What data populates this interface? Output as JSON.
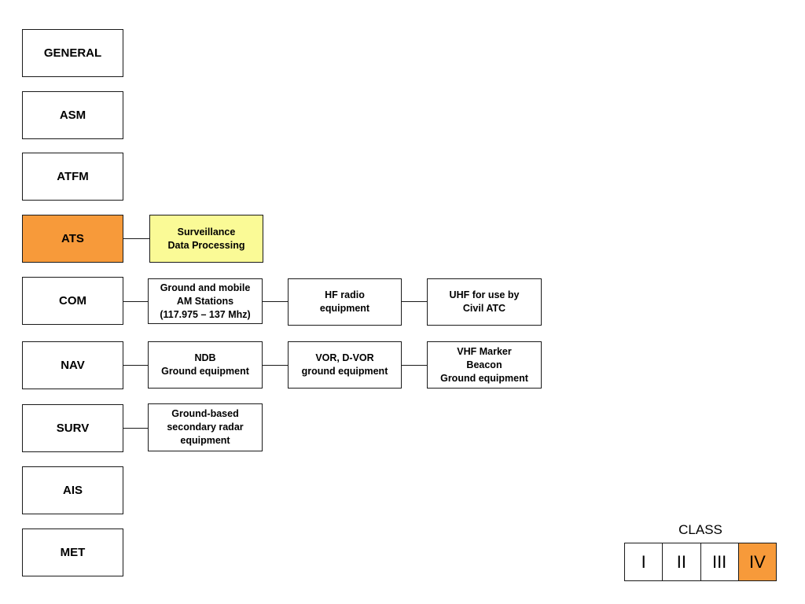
{
  "categories": {
    "general": "GENERAL",
    "asm": "ASM",
    "atfm": "ATFM",
    "ats": "ATS",
    "com": "COM",
    "nav": "NAV",
    "surv": "SURV",
    "ais": "AIS",
    "met": "MET"
  },
  "highlight_colors": {
    "active": "#f79a3a",
    "selected_item": "#fafa96"
  },
  "ats_items": [
    "Surveillance\nData Processing"
  ],
  "com_items": [
    "Ground and mobile\nAM Stations\n(117.975 – 137 Mhz)",
    "HF radio\nequipment",
    "UHF for use by\nCivil ATC"
  ],
  "nav_items": [
    "NDB\nGround equipment",
    "VOR, D-VOR\nground equipment",
    "VHF Marker\nBeacon\nGround equipment"
  ],
  "surv_items": [
    "Ground-based\nsecondary radar\nequipment"
  ],
  "class_legend": {
    "title": "CLASS",
    "levels": [
      "I",
      "II",
      "III",
      "IV"
    ],
    "active": "IV"
  }
}
